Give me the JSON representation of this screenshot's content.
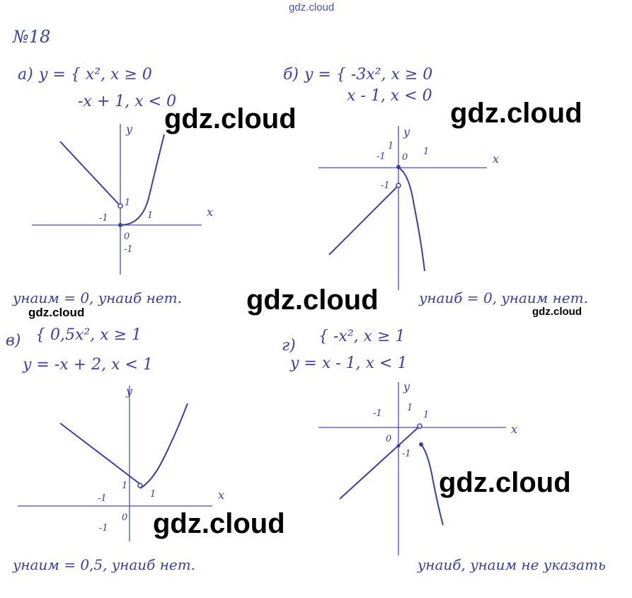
{
  "watermark": "gdz.cloud",
  "header": {
    "site": "gdz.cloud",
    "problem": "№18"
  },
  "parts": [
    {
      "label": "а)",
      "line1": "y = { x², x ≥ 0",
      "line2": "-x + 1, x < 0",
      "answer": "yнаим = 0, yнаиб нет.",
      "axis_x": "x",
      "axis_y": "y",
      "ticks": [
        "1",
        "-1",
        "1",
        "0",
        "-1"
      ]
    },
    {
      "label": "б)",
      "line1": "y = { -3x², x ≥ 0",
      "line2": "x - 1, x < 0",
      "answer": "yнаиб = 0, yнаим нет.",
      "axis_x": "x",
      "axis_y": "y",
      "ticks": [
        "1",
        "-1",
        "0",
        "1",
        "-1"
      ]
    },
    {
      "label": "в)",
      "line1": "{ 0,5x², x ≥ 1",
      "line2": "y = -x + 2, x < 1",
      "answer": "yнаим = 0,5, yнаиб нет.",
      "axis_x": "x",
      "axis_y": "y",
      "ticks": [
        "-1",
        "1",
        "1",
        "0",
        "-1"
      ]
    },
    {
      "label": "г)",
      "line1": "{ -x², x ≥ 1",
      "line2": "y = x - 1, x < 1",
      "answer": "yнаиб, yнаим не указать",
      "axis_x": "x",
      "axis_y": "y",
      "ticks": [
        "-1",
        "1",
        "1",
        "0",
        "-1"
      ]
    }
  ]
}
